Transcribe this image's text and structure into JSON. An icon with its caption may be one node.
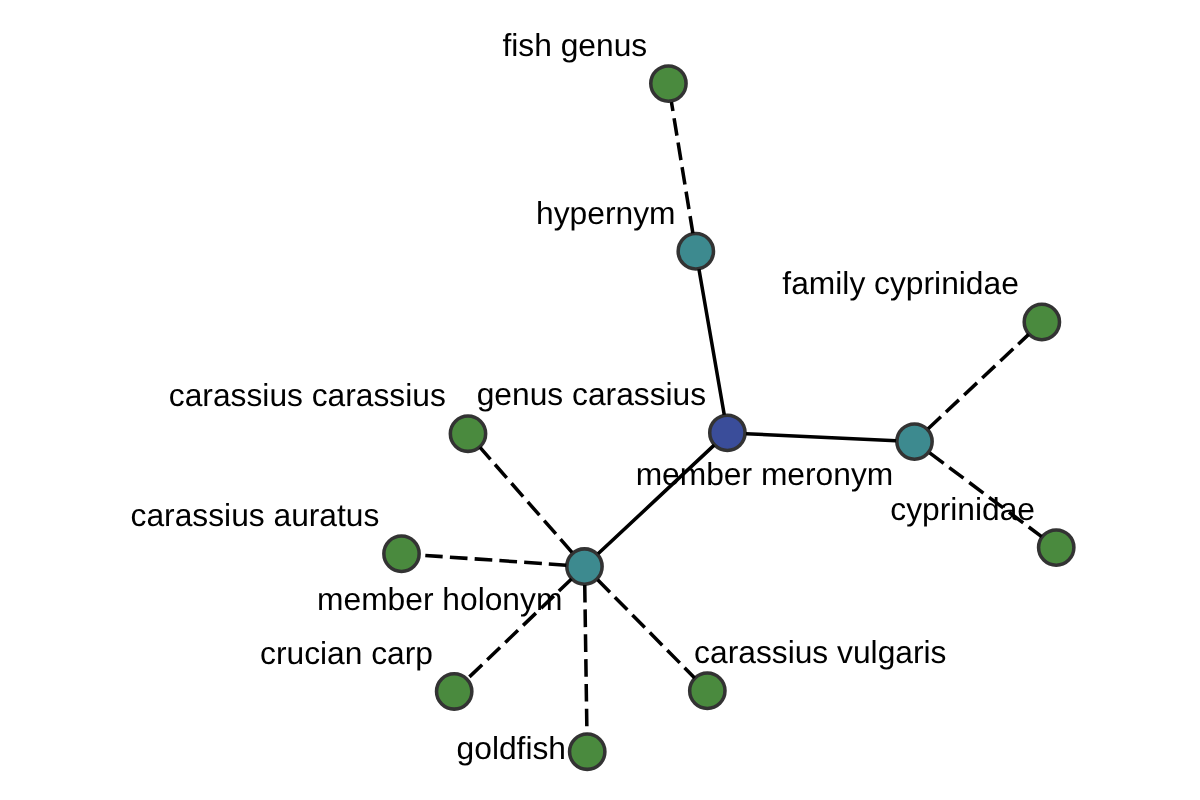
{
  "diagram": {
    "nodes": [
      {
        "text": [
          "fish genus"
        ]
      },
      {
        "text": [
          "hypernym"
        ]
      },
      {
        "text": [
          "crucian carp"
        ]
      },
      {
        "text": [
          "carassius carassius"
        ]
      },
      {
        "text": [
          "genus carassius"
        ]
      },
      {
        "text": [
          "member holonym"
        ]
      },
      {
        "text": [
          "carassius auratus"
        ]
      },
      {
        "text": [
          "member meronym"
        ]
      },
      {
        "text": [
          "cyprinidae"
        ]
      },
      {
        "text": [
          "carassius vulgaris"
        ]
      },
      {
        "text": [
          "goldfish"
        ]
      },
      {
        "text": [
          "family cyprinidae"
        ]
      }
    ],
    "edges": [
      {
        "from": 4,
        "to": 1,
        "arrow": "none"
      },
      {
        "from": 1,
        "to": 0,
        "arrow": "none",
        "style": "dashed"
      },
      {
        "from": 4,
        "to": 5,
        "arrow": "none"
      },
      {
        "from": 5,
        "to": 2,
        "arrow": "none",
        "style": "dashed"
      },
      {
        "from": 5,
        "to": 3,
        "arrow": "none",
        "style": "dashed"
      },
      {
        "from": 5,
        "to": 6,
        "arrow": "none",
        "style": "dashed"
      },
      {
        "from": 5,
        "to": 9,
        "arrow": "none",
        "style": "dashed"
      },
      {
        "from": 5,
        "to": 10,
        "arrow": "none",
        "style": "dashed"
      },
      {
        "from": 4,
        "to": 7,
        "arrow": "none"
      },
      {
        "from": 7,
        "to": 8,
        "arrow": "none",
        "style": "dashed"
      },
      {
        "from": 7,
        "to": 11,
        "arrow": "none",
        "style": "dashed"
      }
    ]
  }
}
